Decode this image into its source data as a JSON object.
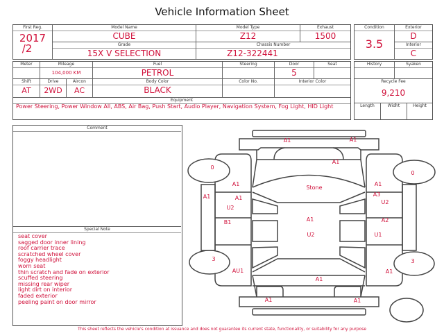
{
  "title": "Vehicle Information Sheet",
  "first_reg": {
    "label": "First Reg.",
    "value_line1": "2017",
    "value_line2": "/2"
  },
  "model_name": {
    "label": "Model Name",
    "value": "CUBE"
  },
  "model_type": {
    "label": "Model Type",
    "value": "Z12"
  },
  "exhaust": {
    "label": "Exhaust",
    "value": "1500"
  },
  "grade": {
    "label": "Grade",
    "value": "15X V SELECTION"
  },
  "chassis": {
    "label": "Chassis Number",
    "value": "Z12-322441"
  },
  "condition": {
    "label": "Condition",
    "value": "3.5"
  },
  "exterior": {
    "label": "Exterior",
    "value": "D"
  },
  "interior": {
    "label": "Interior",
    "value": "C"
  },
  "meter": {
    "label": "Meter",
    "value": ""
  },
  "mileage": {
    "label": "Mileage",
    "value": "104,000 KM"
  },
  "fuel": {
    "label": "Fuel",
    "value": "PETROL"
  },
  "steering": {
    "label": "Steering",
    "value": ""
  },
  "door": {
    "label": "Door",
    "value": "5"
  },
  "seat": {
    "label": "Seat",
    "value": ""
  },
  "shift": {
    "label": "Shift",
    "value": "AT"
  },
  "drive": {
    "label": "Drive",
    "value": "2WD"
  },
  "aircon": {
    "label": "Aircon",
    "value": "AC"
  },
  "body_color": {
    "label": "Body Color",
    "value": "BLACK"
  },
  "color_no": {
    "label": "Color No.",
    "value": ""
  },
  "interior_color": {
    "label": "Interior Color",
    "value": ""
  },
  "equipment": {
    "label": "Equipment",
    "value": "Power Steering, Power Window  All, ABS, Air Bag, Push Start, Audio Player, Navigation System, Fog Light, HID Light"
  },
  "history": {
    "label": "History"
  },
  "syaken": {
    "label": "Syaken"
  },
  "recycle_fee": {
    "label": "Recycle Fee",
    "value": "9,210"
  },
  "dimensions": {
    "length": "Length",
    "width": "Widht",
    "height": "Height"
  },
  "comment": {
    "label": "Comment"
  },
  "special_note": {
    "label": "Special Note",
    "items": [
      "seat cover",
      "sagged door inner lining",
      "roof carrier trace",
      "scratched wheel cover",
      "foggy headlight",
      "worn seat",
      "thin scratch and fade on exterior",
      "scuffed steering",
      "missing rear wiper",
      "light dirt on interior",
      "faded exterior",
      "peeling paint on door mirror"
    ]
  },
  "diagram_marks": [
    "A1",
    "A1",
    "A1",
    "0",
    "0",
    "A1",
    "Stone",
    "A1",
    "A1",
    "A1",
    "A3",
    "U2",
    "U2",
    "B1",
    "A1",
    "A2",
    "U2",
    "U1",
    "3",
    "3",
    "AU1",
    "A1",
    "A1",
    "A1",
    "A1"
  ],
  "footer": "This sheet reflects the vehicle's condition at issuance and does not guarantee its current state, functionality, or suitability for any purpose"
}
